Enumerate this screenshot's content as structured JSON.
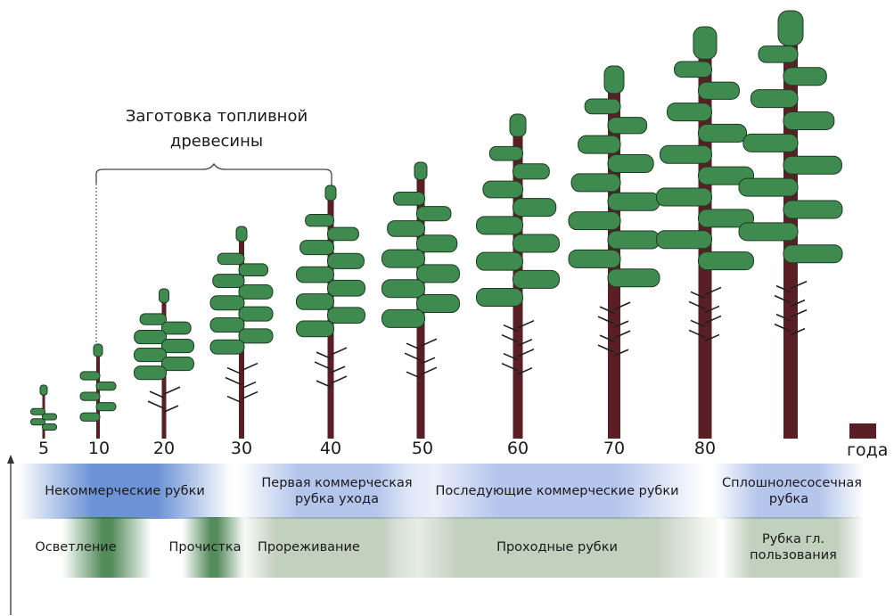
{
  "bracket_label": "Заготовка топливной\nдревесины",
  "ages": [
    "5",
    "10",
    "20",
    "30",
    "40",
    "50",
    "60",
    "70",
    "80"
  ],
  "years_label": "года",
  "rows": {
    "felling": {
      "noncommercial": "Некоммерческие рубки",
      "first_commercial": "Первая коммерческая рубка ухода",
      "subsequent": "Последующие коммерческие рубки",
      "clearcut": "Сплошнолесосечная рубка"
    },
    "operations": {
      "lightening": "Осветление",
      "cleaning": "Прочистка",
      "thinning": "Прореживание",
      "passage": "Проходные рубки",
      "final": "Рубка гл. пользования"
    }
  },
  "colors": {
    "foliage": "#3f8a4f",
    "foliage_stroke": "#1e3a22",
    "trunk": "#5a1f24",
    "branch": "#1e1e1e"
  }
}
